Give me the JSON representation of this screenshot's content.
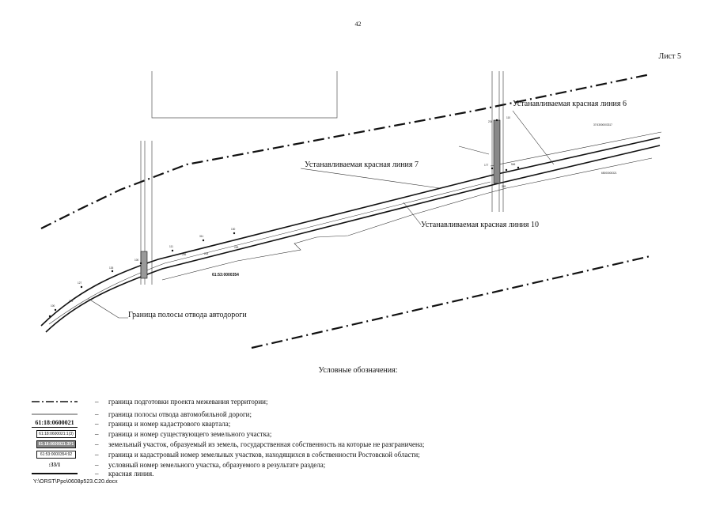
{
  "page_number": "42",
  "sheet_label": "Лист 5",
  "map": {
    "labels": {
      "red_line_6": "Устанавливаемая красная линия 6",
      "red_line_7": "Устанавливаемая красная линия 7",
      "red_line_10": "Устанавливаемая красная линия 10",
      "road_strip": "Граница полосы отвода автодороги",
      "quarter": "61:53:0000354"
    }
  },
  "legend": {
    "title": "Условные обозначения:",
    "dash": "–",
    "items": [
      {
        "symbol": "",
        "text": "граница подготовки проекта межевания территории;"
      },
      {
        "symbol": "",
        "text": "граница полосы отвода автомобильной дороги;"
      },
      {
        "symbol": "61:18:0600021",
        "text": "граница и номер кадастрового квартала;"
      },
      {
        "symbol": "61:18:0600021:1(3)",
        "text": "граница и номер существующего земельного участка;"
      },
      {
        "symbol": "61:18:0600021:ЗУ1",
        "text": "земельный участок, образуемый из земель, государственная собственность на которые не разграничена;"
      },
      {
        "symbol": "61:53:0000354:92",
        "text": "граница и кадастровый номер земельных участков, находящихся в собственности Ростовской области;"
      },
      {
        "symbol": ":33/1",
        "text": "условный номер земельного участка, образуемого в результате раздела;"
      },
      {
        "symbol": "",
        "text": "красная линия."
      }
    ]
  },
  "file_path": "Y:\\ORST\\Ppo\\0608p523.С20.docx"
}
